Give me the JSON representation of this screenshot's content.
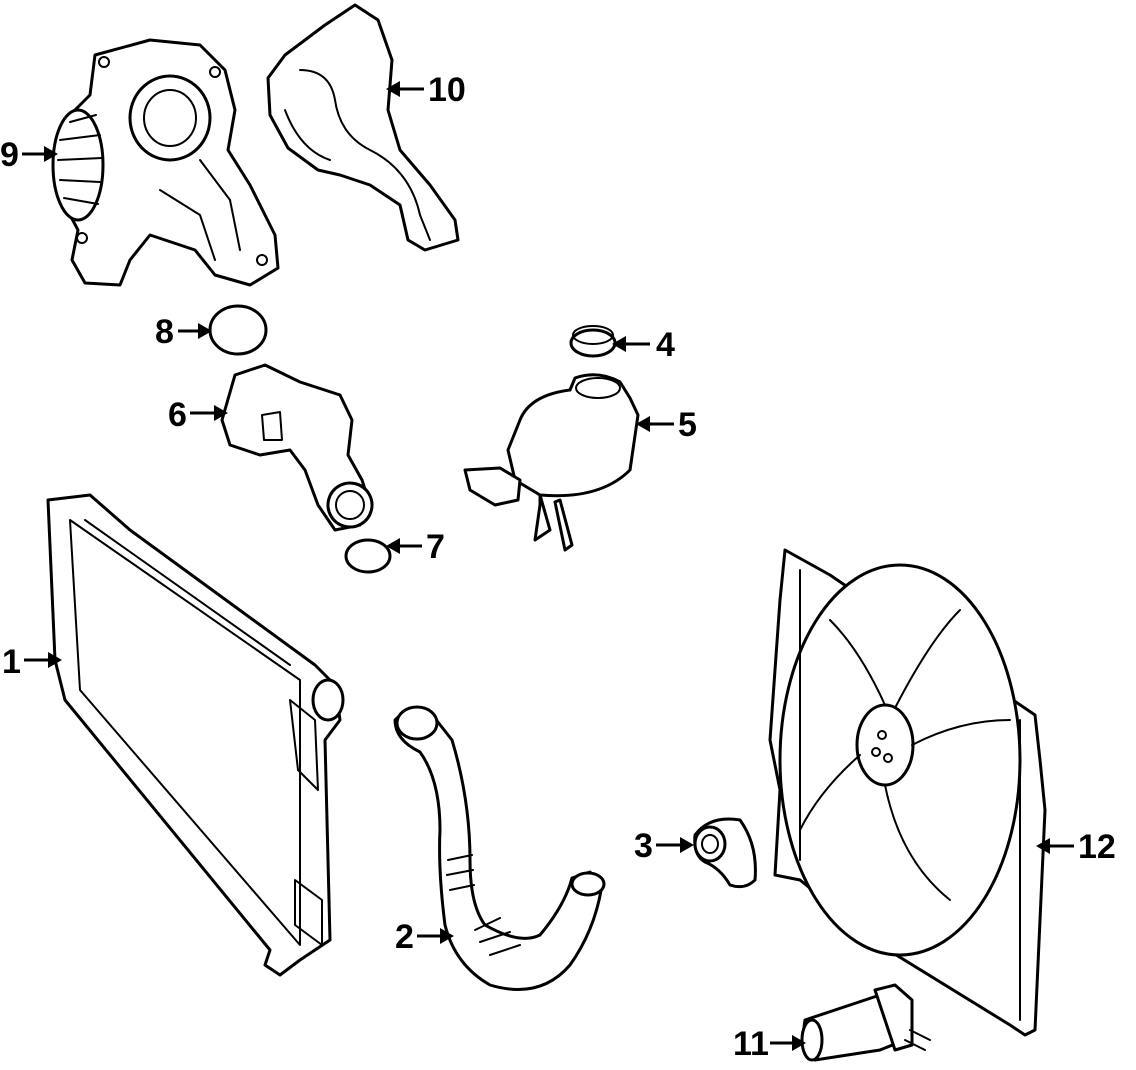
{
  "diagram": {
    "callouts": [
      {
        "id": "1",
        "label": "1",
        "part": "radiator"
      },
      {
        "id": "2",
        "label": "2",
        "part": "lower-hose"
      },
      {
        "id": "3",
        "label": "3",
        "part": "hose-connector"
      },
      {
        "id": "4",
        "label": "4",
        "part": "reservoir-cap"
      },
      {
        "id": "5",
        "label": "5",
        "part": "coolant-reservoir"
      },
      {
        "id": "6",
        "label": "6",
        "part": "thermostat-housing"
      },
      {
        "id": "7",
        "label": "7",
        "part": "o-ring-lower"
      },
      {
        "id": "8",
        "label": "8",
        "part": "o-ring-upper"
      },
      {
        "id": "9",
        "label": "9",
        "part": "water-pump"
      },
      {
        "id": "10",
        "label": "10",
        "part": "timing-cover-gasket"
      },
      {
        "id": "11",
        "label": "11",
        "part": "auxiliary-pump"
      },
      {
        "id": "12",
        "label": "12",
        "part": "fan-assembly"
      }
    ]
  }
}
